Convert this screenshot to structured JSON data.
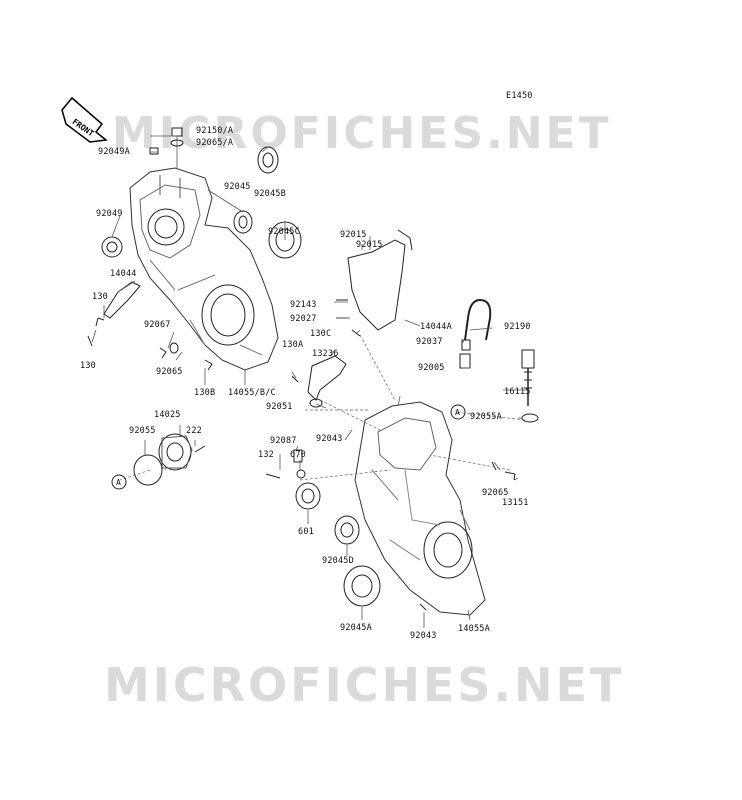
{
  "diagram_code": "E1450",
  "watermark": "MICROFICHES.NET",
  "front_label": "FRONT",
  "callout_letter": "A",
  "parts": [
    "92150/A",
    "92065/A",
    "92049A",
    "92045",
    "92045B",
    "92049",
    "92045C",
    "14044",
    "130",
    "92067",
    "92065",
    "130",
    "130B",
    "14055/B/C",
    "92015",
    "92015",
    "92143",
    "92027",
    "130C",
    "14044A",
    "92190",
    "92037",
    "130A",
    "13236",
    "92005",
    "16115",
    "92051",
    "92043",
    "92055A",
    "14025",
    "92055",
    "222",
    "92087",
    "132",
    "670",
    "92065",
    "13151",
    "601",
    "92045D",
    "92045A",
    "92043",
    "14055A"
  ]
}
